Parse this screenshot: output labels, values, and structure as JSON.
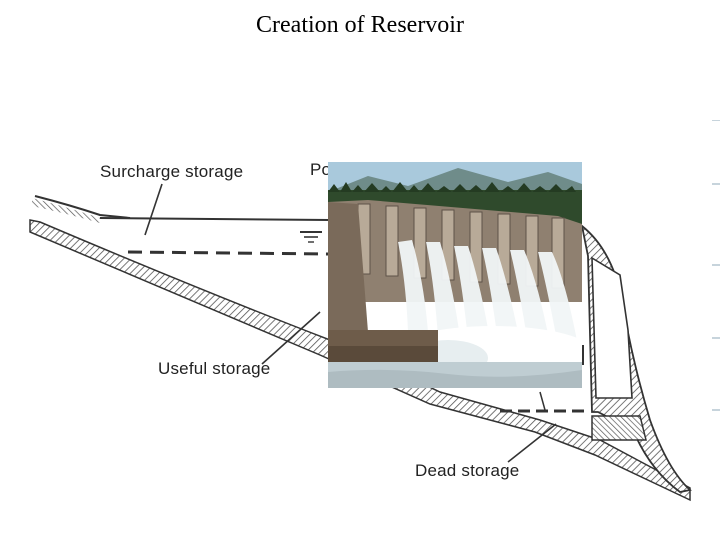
{
  "slide": {
    "title": "Creation of Reservoir"
  },
  "diagram": {
    "labels": {
      "surcharge": "Surcharge storage",
      "normal_pool_partial": "Po",
      "useful": "Useful storage",
      "dead": "Dead storage"
    },
    "colors": {
      "ink": "#222222",
      "hatch": "#555555",
      "sky": "#9fc3da",
      "forest": "#2f4a2c",
      "concrete": "#9a8a78",
      "spillway_water": "#f4f7f8",
      "river": "#bfcdd2"
    }
  },
  "photo": {
    "subject": "dam-spillway-photo"
  }
}
